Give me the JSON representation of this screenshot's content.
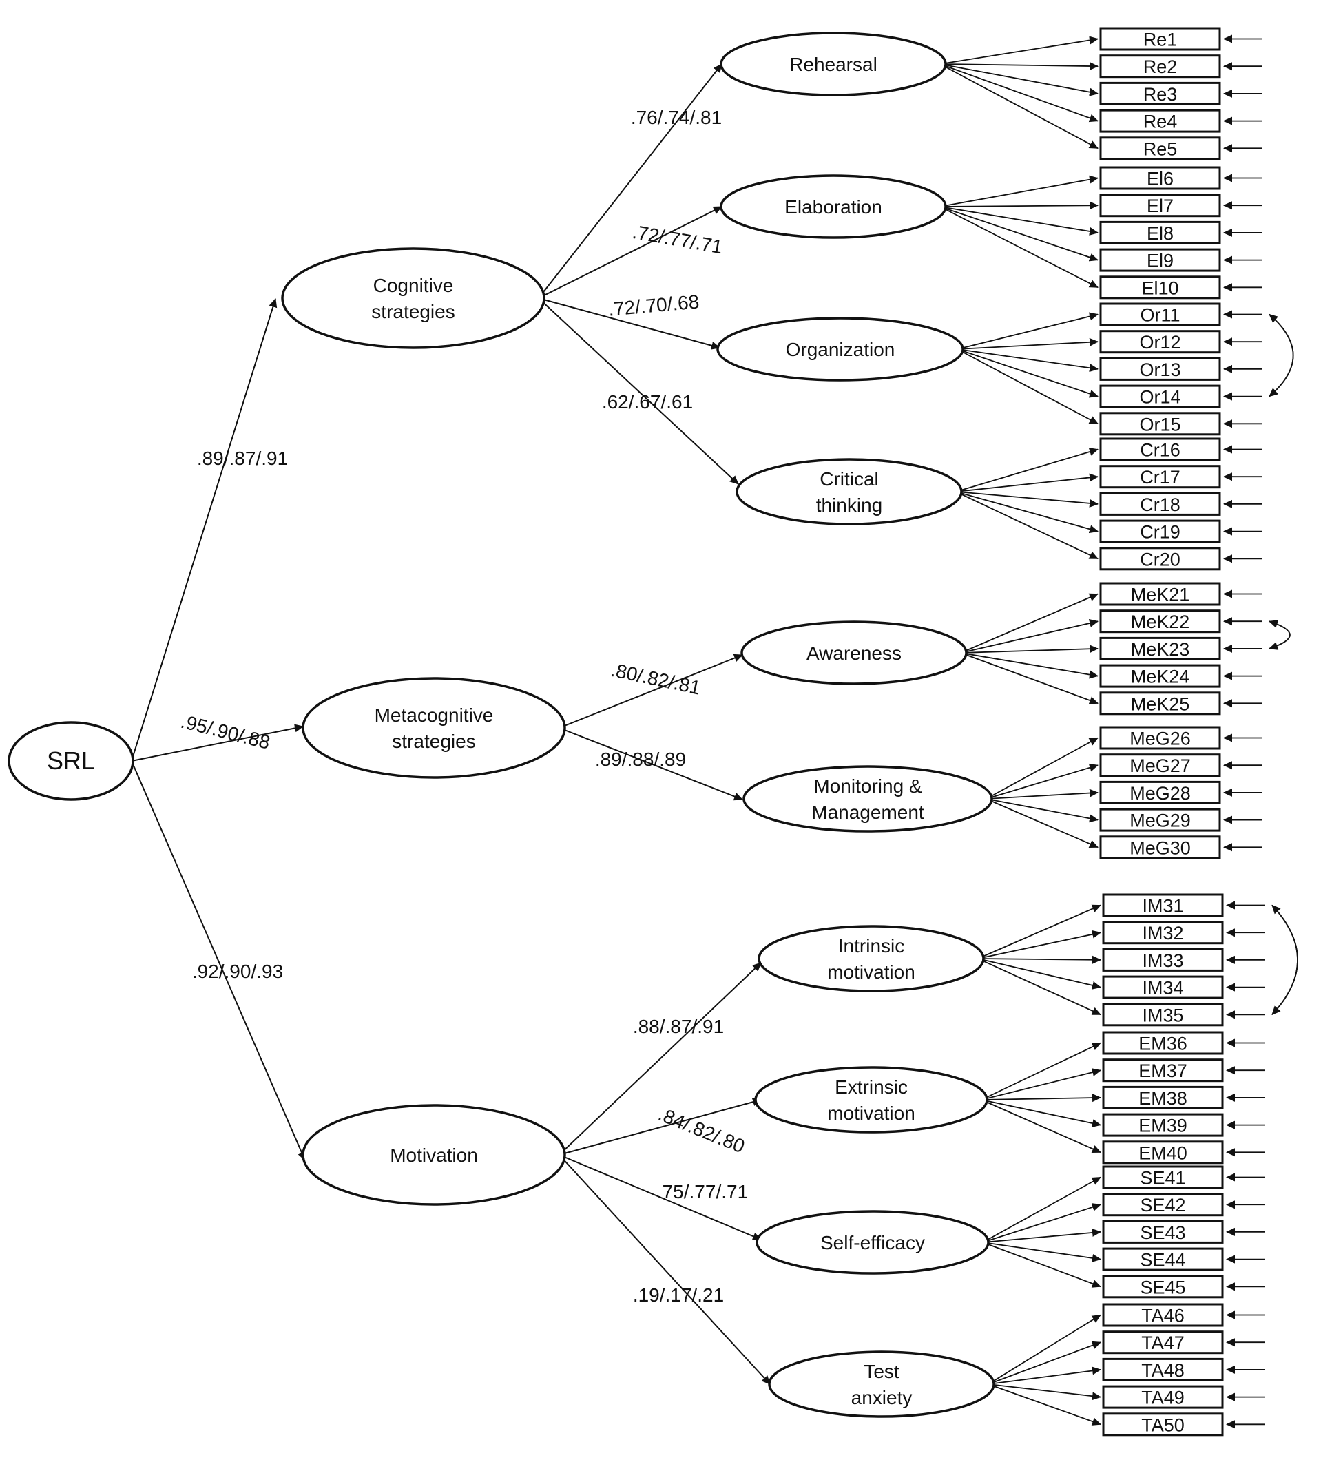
{
  "root": "SRL",
  "level1": [
    {
      "id": "cog",
      "label": [
        "Cognitive",
        "strategies"
      ],
      "coef": ".89/.87/.91",
      "children": [
        {
          "label": [
            "Rehearsal"
          ],
          "coef": ".76/.74/.81",
          "items": [
            "Re1",
            "Re2",
            "Re3",
            "Re4",
            "Re5"
          ]
        },
        {
          "label": [
            "Elaboration"
          ],
          "coef": ".72/.77/.71",
          "items": [
            "El6",
            "El7",
            "El8",
            "El9",
            "El10"
          ]
        },
        {
          "label": [
            "Organization"
          ],
          "coef": ".72/.70/.68",
          "items": [
            "Or11",
            "Or12",
            "Or13",
            "Or14",
            "Or15"
          ]
        },
        {
          "label": [
            "Critical",
            "thinking"
          ],
          "coef": ".62/.67/.61",
          "items": [
            "Cr16",
            "Cr17",
            "Cr18",
            "Cr19",
            "Cr20"
          ]
        }
      ]
    },
    {
      "id": "meta",
      "label": [
        "Metacognitive",
        "strategies"
      ],
      "coef": ".95/.90/.88",
      "children": [
        {
          "label": [
            "Awareness"
          ],
          "coef": ".80/.82/.81",
          "items": [
            "MeK21",
            "MeK22",
            "MeK23",
            "MeK24",
            "MeK25"
          ]
        },
        {
          "label": [
            "Monitoring &",
            "Management"
          ],
          "coef": ".89/.88/.89",
          "items": [
            "MeG26",
            "MeG27",
            "MeG28",
            "MeG29",
            "MeG30"
          ]
        }
      ]
    },
    {
      "id": "mot",
      "label": [
        "Motivation"
      ],
      "coef": ".92/.90/.93",
      "children": [
        {
          "label": [
            "Intrinsic",
            "motivation"
          ],
          "coef": ".88/.87/.91",
          "items": [
            "IM31",
            "IM32",
            "IM33",
            "IM34",
            "IM35"
          ]
        },
        {
          "label": [
            "Extrinsic",
            "motivation"
          ],
          "coef": ".84/.82/.80",
          "items": [
            "EM36",
            "EM37",
            "EM38",
            "EM39",
            "EM40"
          ]
        },
        {
          "label": [
            "Self-efficacy"
          ],
          "coef": ".75/.77/.71",
          "items": [
            "SE41",
            "SE42",
            "SE43",
            "SE44",
            "SE45"
          ]
        },
        {
          "label": [
            "Test",
            "anxiety"
          ],
          "coef": ".19/.17/.21",
          "items": [
            "TA46",
            "TA47",
            "TA48",
            "TA49",
            "TA50"
          ]
        }
      ]
    }
  ],
  "correlated_errors": [
    [
      "Or11",
      "Or14"
    ],
    [
      "MeK22",
      "MeK23"
    ],
    [
      "IM31",
      "IM35"
    ]
  ]
}
